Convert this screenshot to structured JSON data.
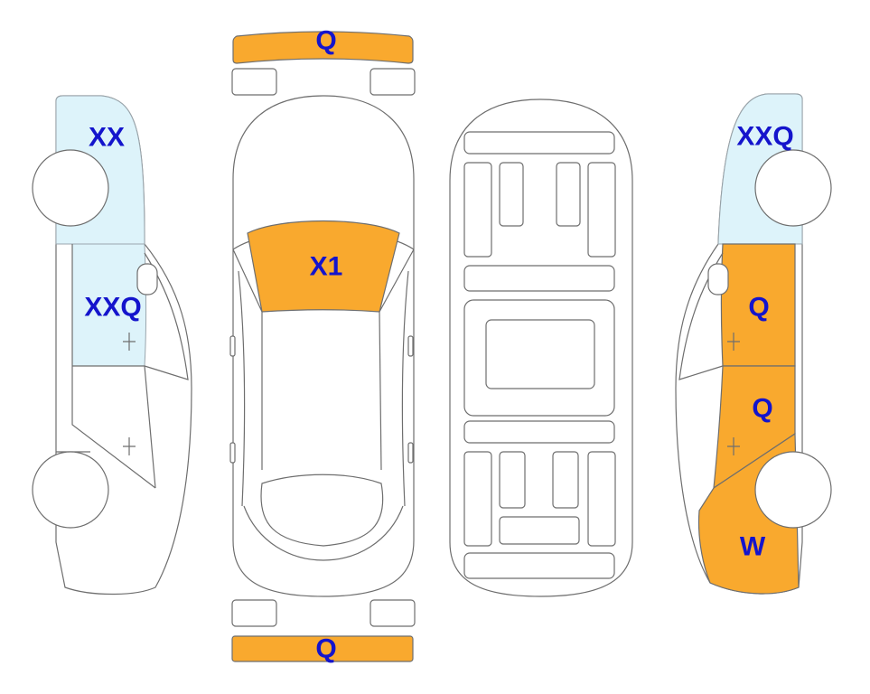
{
  "colors": {
    "damage_orange": "#F9A92E",
    "damage_blue": "#DDF3FA",
    "label": "#1414CC",
    "outline": "#6E6E6E"
  },
  "views": [
    "left-side",
    "top",
    "underbody",
    "right-side"
  ],
  "labels": {
    "front_bumper": "Q",
    "rear_bumper": "Q",
    "windshield": "X1",
    "left_front_fender": "XX",
    "left_front_door": "XXQ",
    "right_front_fender": "XXQ",
    "right_front_door": "Q",
    "right_rear_door": "Q",
    "right_rear_quarter": "W"
  },
  "highlights": {
    "front_bumper": "orange",
    "rear_bumper": "orange",
    "windshield": "orange",
    "left_front_fender": "blue",
    "left_front_door": "blue",
    "right_front_fender": "blue",
    "right_front_door": "orange",
    "right_rear_door": "orange",
    "right_rear_quarter": "orange"
  }
}
